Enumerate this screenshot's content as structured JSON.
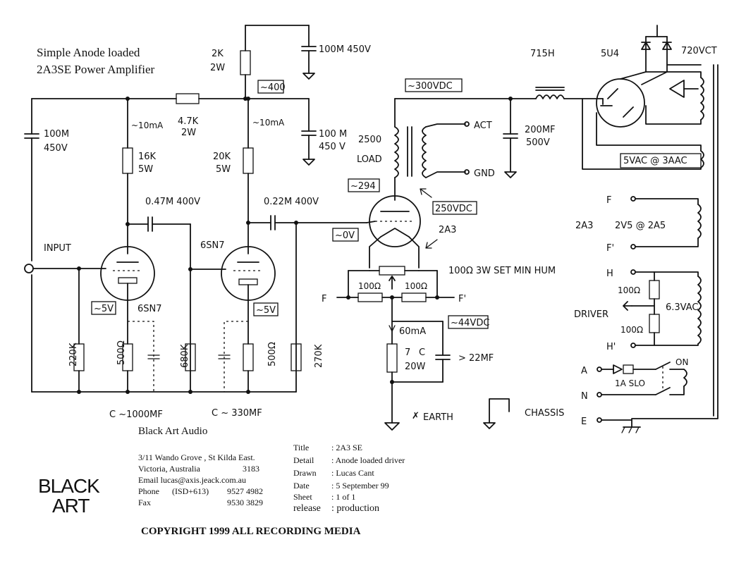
{
  "title_lines": [
    "Simple Anode loaded",
    "2A3SE Power Amplifier"
  ],
  "labels": {
    "r_2k": "2K",
    "r_2k_w": "2W",
    "c_100m_top": "100M 450V",
    "v_400": "~400",
    "r_4k7": "4.7K",
    "r_4k7_w": "2W",
    "i_10ma_a": "~10mA",
    "i_10ma_b": "~10mA",
    "c_100m_left": "100M",
    "c_100m_left_v": "450V",
    "c_100m_mid": "100 M",
    "c_100m_mid_v": "450 V",
    "r_16k": "16K",
    "r_16k_w": "5W",
    "r_20k": "20K",
    "r_20k_w": "5W",
    "c_047": "0.47M 400V",
    "c_022": "0.22M 400V",
    "input": "INPUT",
    "tube1_type_a": "6SN7",
    "tube1_type_b": "6SN7",
    "v_5v_a": "~5V",
    "v_5v_b": "~5V",
    "r_220k": "220K",
    "r_500_a": "500Ω",
    "r_680k": "680K",
    "r_500_b": "500Ω",
    "r_270k": "270K",
    "c_1000": "C ~1000MF",
    "c_330": "C ~ 330MF",
    "v_300": "~300VDC",
    "choke": "715H",
    "rect": "5U4",
    "v_720": "720VCT",
    "load_a": "2500",
    "load_b": "LOAD",
    "act": "ACT",
    "gnd": "GND",
    "c_200": "200MF",
    "c_200_v": "500V",
    "v_5vac": "5VAC @ 3AAC",
    "v_294": "~294",
    "v_250": "250VDC",
    "tube_2a3": "2A3",
    "v_0v": "~0V",
    "hum": "100Ω 3W SET MIN HUM",
    "f_left": "F",
    "f_right": "F'",
    "r_100_a": "100Ω",
    "r_100_b": "100Ω",
    "v_44": "~44VDC",
    "i_60ma": "60mA",
    "r_7": "7",
    "r_7_c": "C",
    "r_7_w": "20W",
    "c_22": "> 22MF",
    "earth": "EARTH",
    "chassis": "CHASSIS",
    "sec_f": "F",
    "sec_2a3": "2A3",
    "sec_2v5": "2V5 @ 2A5",
    "sec_fp": "F'",
    "sec_h": "H",
    "sec_r100a": "100Ω",
    "sec_driver": "DRIVER",
    "sec_63": "6.3VAC",
    "sec_r100b": "100Ω",
    "sec_hp": "H'",
    "mains_a": "A",
    "fuse": "1A SLO",
    "on": "ON",
    "mains_n": "N",
    "mains_e": "E"
  },
  "company": {
    "name": "Black Art Audio",
    "address": "3/11 Wando Grove , St Kilda East.",
    "city": "Victoria, Australia",
    "postcode": "3183",
    "email": "Email lucas@axis.jeack.com.au",
    "phone_label": "Phone",
    "phone_code": "(ISD+613)",
    "phone": "9527 4982",
    "fax_label": "Fax",
    "fax": "9530 3829",
    "logo_line1": "BLACK",
    "logo_line2": "ART",
    "copyright": "COPYRIGHT 1999 ALL RECORDING MEDIA"
  },
  "title_block": [
    {
      "key": "Title",
      "value": ": 2A3 SE"
    },
    {
      "key": "Detail",
      "value": ": Anode loaded driver"
    },
    {
      "key": "Drawn",
      "value": ": Lucas Cant"
    },
    {
      "key": "Date",
      "value": ": 5 September 99"
    },
    {
      "key": "Sheet",
      "value": ": 1 of 1"
    },
    {
      "key": "release",
      "value": ": production"
    }
  ]
}
